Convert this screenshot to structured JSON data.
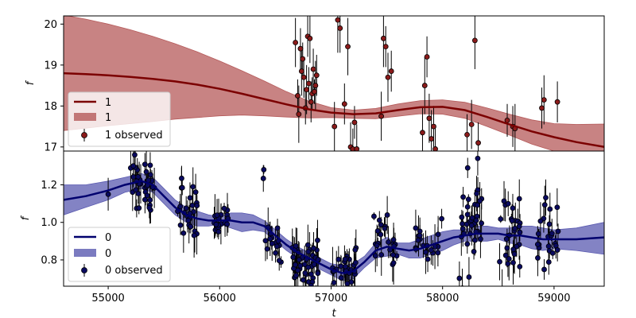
{
  "colors": {
    "top_line": "#7b0000",
    "top_band": "#b55a5a",
    "top_point": "#8b1a1a",
    "bottom_line": "#00006e",
    "bottom_band": "#5a5ab0",
    "bottom_point": "#0a0a60",
    "errorbar": "#000000"
  },
  "chart_data": [
    {
      "type": "line",
      "panel": "top",
      "ylabel": "f",
      "xlabel": "",
      "xlim": [
        54600,
        59450
      ],
      "ylim": [
        16.9,
        20.2
      ],
      "yticks": [
        17,
        18,
        19,
        20
      ],
      "legend": {
        "placement": "lower-left",
        "entries": [
          {
            "label": "1",
            "kind": "line"
          },
          {
            "label": "1",
            "kind": "band"
          },
          {
            "label": "1 observed",
            "kind": "errorbar"
          }
        ]
      },
      "model": {
        "x": [
          54600,
          54800,
          55000,
          55200,
          55400,
          55600,
          55800,
          56000,
          56200,
          56400,
          56600,
          56800,
          57000,
          57200,
          57400,
          57600,
          57800,
          58000,
          58200,
          58400,
          58600,
          58800,
          59000,
          59200,
          59450
        ],
        "mean": [
          18.8,
          18.78,
          18.75,
          18.71,
          18.66,
          18.6,
          18.52,
          18.42,
          18.3,
          18.17,
          18.04,
          17.92,
          17.84,
          17.8,
          17.82,
          17.9,
          17.97,
          17.98,
          17.9,
          17.73,
          17.55,
          17.38,
          17.24,
          17.12,
          17.0
        ],
        "upper": [
          20.22,
          20.12,
          20.0,
          19.86,
          19.7,
          19.52,
          19.32,
          19.1,
          18.86,
          18.61,
          18.35,
          18.12,
          17.96,
          17.9,
          17.94,
          18.05,
          18.13,
          18.15,
          18.09,
          17.95,
          17.8,
          17.66,
          17.57,
          17.55,
          17.56
        ],
        "lower": [
          17.4,
          17.46,
          17.52,
          17.57,
          17.62,
          17.68,
          17.72,
          17.76,
          17.78,
          17.76,
          17.73,
          17.71,
          17.72,
          17.7,
          17.69,
          17.75,
          17.81,
          17.8,
          17.7,
          17.5,
          17.29,
          17.07,
          16.9,
          16.7,
          16.45
        ]
      },
      "observed": {
        "x": [
          56680,
          56700,
          56710,
          56725,
          56735,
          56745,
          56755,
          56770,
          56780,
          56790,
          56800,
          56810,
          56820,
          56830,
          56840,
          56850,
          56860,
          56870,
          57030,
          57060,
          57080,
          57120,
          57150,
          57175,
          57195,
          57210,
          57230,
          57450,
          57470,
          57490,
          57510,
          57540,
          57820,
          57840,
          57860,
          57880,
          57900,
          57920,
          57935,
          58220,
          58260,
          58290,
          58320,
          58580,
          58630,
          58650,
          58890,
          58910,
          59030
        ],
        "y": [
          19.55,
          18.25,
          17.8,
          19.4,
          18.85,
          19.15,
          18.7,
          17.95,
          18.4,
          19.7,
          18.55,
          19.65,
          18.1,
          18.3,
          18.9,
          18.35,
          18.5,
          18.75,
          17.5,
          20.1,
          19.9,
          18.05,
          19.45,
          17.0,
          16.95,
          17.6,
          16.95,
          17.75,
          19.65,
          19.45,
          18.7,
          18.85,
          17.35,
          18.5,
          19.2,
          17.7,
          17.2,
          17.5,
          16.95,
          17.3,
          17.55,
          19.6,
          17.1,
          17.65,
          17.5,
          17.45,
          17.95,
          18.15,
          18.1
        ],
        "err": [
          0.6,
          0.4,
          0.7,
          0.5,
          0.6,
          0.4,
          0.5,
          0.4,
          0.6,
          0.5,
          0.4,
          0.6,
          0.5,
          0.4,
          0.5,
          0.3,
          0.6,
          0.5,
          0.6,
          0.8,
          0.6,
          0.5,
          0.7,
          0.6,
          0.5,
          0.4,
          0.6,
          0.6,
          0.7,
          0.5,
          0.6,
          0.5,
          0.6,
          0.7,
          0.5,
          0.6,
          0.7,
          0.5,
          0.6,
          0.5,
          0.6,
          0.7,
          0.5,
          0.4,
          0.5,
          0.6,
          0.5,
          0.6,
          0.5
        ]
      }
    },
    {
      "type": "line",
      "panel": "bottom",
      "ylabel": "f",
      "xlabel": "t",
      "xlim": [
        54600,
        59450
      ],
      "ylim": [
        0.66,
        1.38
      ],
      "yticks": [
        0.8,
        1.0,
        1.2
      ],
      "xticks": [
        55000,
        56000,
        57000,
        58000,
        59000
      ],
      "legend": {
        "placement": "lower-left",
        "entries": [
          {
            "label": "0",
            "kind": "line"
          },
          {
            "label": "0",
            "kind": "band"
          },
          {
            "label": "0 observed",
            "kind": "errorbar"
          }
        ]
      },
      "model": {
        "x": [
          54600,
          54800,
          55000,
          55150,
          55300,
          55400,
          55500,
          55600,
          55700,
          55800,
          55900,
          56000,
          56100,
          56200,
          56300,
          56400,
          56500,
          56600,
          56700,
          56800,
          56900,
          57000,
          57100,
          57200,
          57300,
          57400,
          57500,
          57600,
          57700,
          57800,
          57900,
          58000,
          58100,
          58200,
          58300,
          58400,
          58500,
          58600,
          58700,
          58800,
          58900,
          59000,
          59200,
          59450
        ],
        "mean": [
          1.12,
          1.14,
          1.17,
          1.2,
          1.22,
          1.2,
          1.14,
          1.08,
          1.04,
          1.02,
          1.01,
          1.01,
          1.01,
          1.0,
          1.0,
          0.98,
          0.93,
          0.88,
          0.84,
          0.81,
          0.78,
          0.75,
          0.73,
          0.74,
          0.79,
          0.85,
          0.87,
          0.86,
          0.85,
          0.86,
          0.88,
          0.9,
          0.92,
          0.93,
          0.94,
          0.94,
          0.94,
          0.93,
          0.93,
          0.92,
          0.91,
          0.91,
          0.91,
          0.92
        ],
        "upper": [
          1.2,
          1.2,
          1.22,
          1.24,
          1.26,
          1.24,
          1.18,
          1.12,
          1.08,
          1.06,
          1.04,
          1.03,
          1.05,
          1.05,
          1.04,
          1.01,
          0.96,
          0.91,
          0.87,
          0.84,
          0.81,
          0.78,
          0.77,
          0.78,
          0.82,
          0.89,
          0.92,
          0.89,
          0.89,
          0.91,
          0.93,
          0.95,
          0.96,
          0.96,
          0.98,
          0.98,
          0.97,
          0.97,
          0.98,
          0.98,
          0.97,
          0.96,
          0.97,
          1.0
        ],
        "lower": [
          1.04,
          1.08,
          1.12,
          1.16,
          1.18,
          1.16,
          1.1,
          1.04,
          1.0,
          0.98,
          0.98,
          0.99,
          0.97,
          0.95,
          0.96,
          0.95,
          0.9,
          0.85,
          0.81,
          0.78,
          0.75,
          0.72,
          0.69,
          0.7,
          0.76,
          0.81,
          0.82,
          0.83,
          0.81,
          0.81,
          0.83,
          0.85,
          0.88,
          0.9,
          0.9,
          0.9,
          0.91,
          0.89,
          0.88,
          0.86,
          0.85,
          0.86,
          0.85,
          0.83
        ]
      },
      "observed": {
        "clusters": [
          {
            "range": [
              55000,
              55000
            ],
            "count": 1,
            "center": 1.15,
            "spread": 0.0
          },
          {
            "range": [
              55200,
              55420
            ],
            "count": 34,
            "center": 1.2,
            "spread": 0.08
          },
          {
            "range": [
              55600,
              55800
            ],
            "count": 26,
            "center": 1.06,
            "spread": 0.07
          },
          {
            "range": [
              55950,
              56080
            ],
            "count": 18,
            "center": 1.01,
            "spread": 0.05
          },
          {
            "range": [
              56380,
              56400
            ],
            "count": 2,
            "center": 1.25,
            "spread": 0.03
          },
          {
            "range": [
              56400,
              56560
            ],
            "count": 16,
            "center": 0.9,
            "spread": 0.06
          },
          {
            "range": [
              56650,
              56900
            ],
            "count": 50,
            "center": 0.77,
            "spread": 0.08
          },
          {
            "range": [
              57000,
              57230
            ],
            "count": 34,
            "center": 0.74,
            "spread": 0.06
          },
          {
            "range": [
              57380,
              57600
            ],
            "count": 24,
            "center": 0.9,
            "spread": 0.08
          },
          {
            "range": [
              57750,
              58000
            ],
            "count": 20,
            "center": 0.9,
            "spread": 0.06
          },
          {
            "range": [
              58150,
              58350
            ],
            "count": 36,
            "center": 1.0,
            "spread": 0.14
          },
          {
            "range": [
              58500,
              58700
            ],
            "count": 30,
            "center": 0.95,
            "spread": 0.14
          },
          {
            "range": [
              58850,
              59050
            ],
            "count": 24,
            "center": 0.92,
            "spread": 0.1
          }
        ],
        "err_range": [
          0.02,
          0.12
        ]
      }
    }
  ]
}
